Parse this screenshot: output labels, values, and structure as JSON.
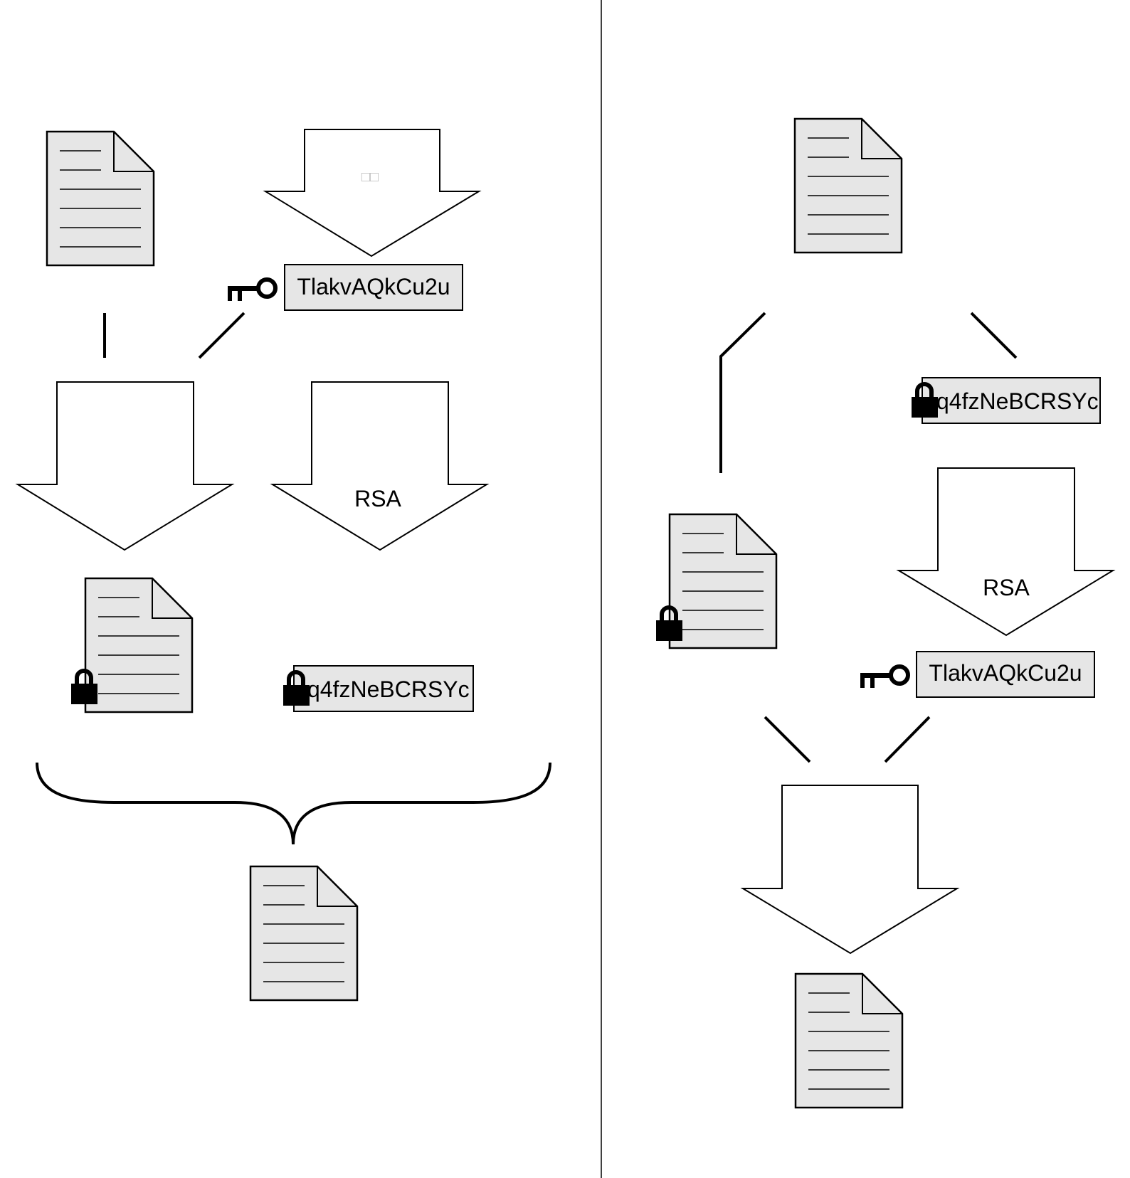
{
  "colors": {
    "doc_fill": "#e6e6e6",
    "stroke": "#000000",
    "tofu": "#bbbbbb"
  },
  "left_panel": {
    "key_label": "TlakvAQkCu2u",
    "arrow_unlabeled_glyphs": "□□",
    "rsa_label": "RSA",
    "encrypted_key_label": "q4fzNeBCRSYc"
  },
  "right_panel": {
    "encrypted_key_label": "q4fzNeBCRSYc",
    "rsa_label": "RSA",
    "key_label": "TlakvAQkCu2u"
  },
  "icons": [
    "document-icon",
    "key-icon",
    "padlock-icon",
    "brace-icon"
  ]
}
